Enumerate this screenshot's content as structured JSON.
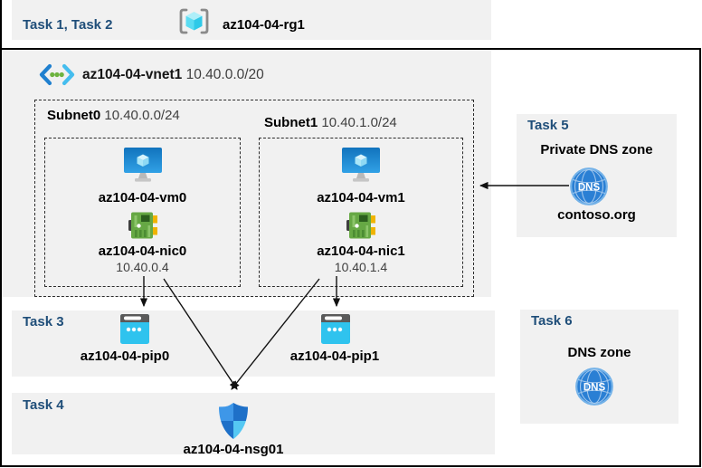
{
  "header": {
    "tasks_label": "Task 1, Task 2",
    "resource_group": "az104-04-rg1"
  },
  "vnet": {
    "name": "az104-04-vnet1",
    "cidr": "10.40.0.0/20"
  },
  "subnets": [
    {
      "name": "Subnet0",
      "cidr": "10.40.0.0/24",
      "vm": "az104-04-vm0",
      "nic": "az104-04-nic0",
      "ip": "10.40.0.4"
    },
    {
      "name": "Subnet1",
      "cidr": "10.40.1.0/24",
      "vm": "az104-04-vm1",
      "nic": "az104-04-nic1",
      "ip": "10.40.1.4"
    }
  ],
  "task3": {
    "label": "Task 3",
    "pip0": "az104-04-pip0",
    "pip1": "az104-04-pip1"
  },
  "task4": {
    "label": "Task 4",
    "nsg": "az104-04-nsg01"
  },
  "task5": {
    "label": "Task 5",
    "title": "Private DNS zone",
    "zone": "contoso.org",
    "dns_text": "DNS"
  },
  "task6": {
    "label": "Task 6",
    "title": "DNS zone",
    "dns_text": "DNS"
  },
  "colors": {
    "task_label": "#1f4e79",
    "panel": "#f1f1f1",
    "frame": "#000000",
    "dns_blue": "#2a7fd4",
    "pip_cyan": "#2fc3ee",
    "nic_green": "#66a844",
    "vm_blue": "#1173bd",
    "arrow": "#111111"
  }
}
